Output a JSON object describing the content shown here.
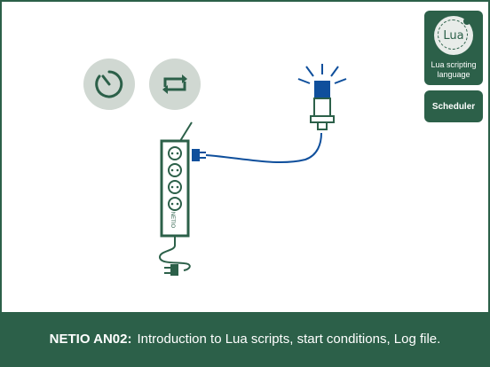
{
  "badges": {
    "lua": {
      "logo_text": "Lua",
      "caption_line1": "Lua scripting",
      "caption_line2": "language"
    },
    "scheduler": {
      "label": "Scheduler"
    }
  },
  "strip": {
    "brand_text": "NETIO"
  },
  "footer": {
    "title": "NETIO AN02:",
    "subtitle": "Introduction to Lua scripts, start conditions, Log file."
  },
  "colors": {
    "primary": "#2c6049",
    "icon_bg": "#d0d8d2",
    "icon_fg": "#2c6049",
    "cable": "#0f4f9c",
    "page_bg": "#ffffff"
  },
  "icons": [
    "timer-icon",
    "repeat-icon",
    "power-strip-icon",
    "plug-icon",
    "beacon-lamp-icon"
  ]
}
